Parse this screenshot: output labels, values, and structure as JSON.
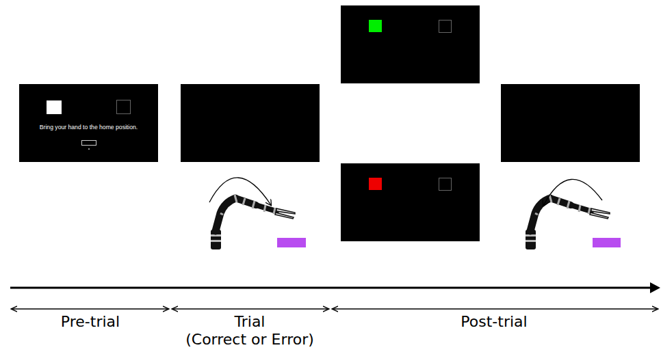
{
  "diagram": {
    "nodes": [
      {
        "text": [
          "Bring your hand to the home position."
        ]
      }
    ],
    "labels": [
      "Pre-trial",
      "Trial (Correct or Error)",
      "Post-trial"
    ]
  }
}
